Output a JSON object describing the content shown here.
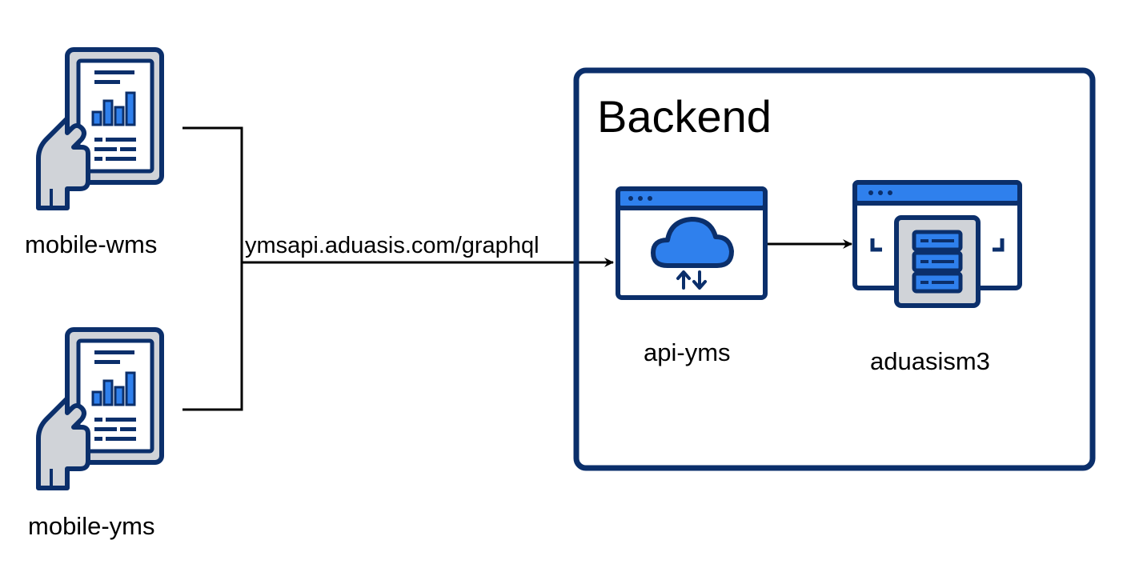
{
  "colors": {
    "navy": "#0b2f6b",
    "accent_blue": "#2f80ed",
    "light_gray": "#d0d3d8",
    "line": "#000000"
  },
  "nodes": {
    "mobile_wms": {
      "label": "mobile-wms",
      "icon": "tablet-hand-icon"
    },
    "mobile_yms": {
      "label": "mobile-yms",
      "icon": "tablet-hand-icon"
    },
    "api_yms": {
      "label": "api-yms",
      "icon": "cloud-window-icon"
    },
    "aduasism3": {
      "label": "aduasism3",
      "icon": "server-window-icon"
    }
  },
  "group": {
    "title": "Backend"
  },
  "edges": {
    "clients_to_api": {
      "label": "ymsapi.aduasis.com/graphql"
    }
  }
}
